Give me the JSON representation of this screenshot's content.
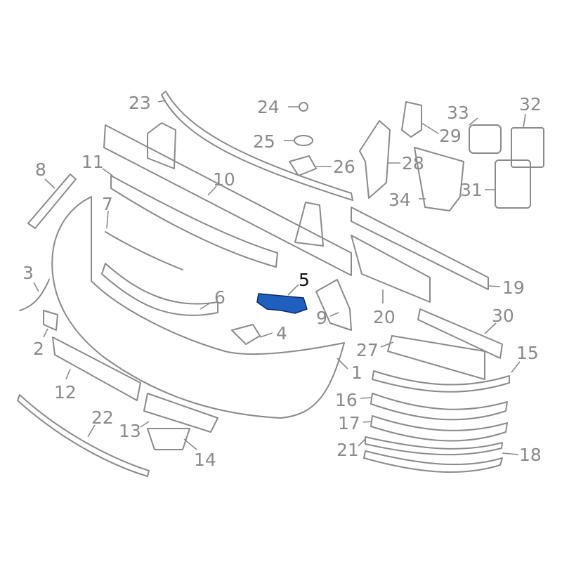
{
  "diagram": {
    "highlight_color": "#1f5fbf",
    "highlighted_part": "5",
    "callouts": [
      {
        "id": "23",
        "label": "23"
      },
      {
        "id": "24",
        "label": "24"
      },
      {
        "id": "25",
        "label": "25"
      },
      {
        "id": "26",
        "label": "26"
      },
      {
        "id": "33",
        "label": "33"
      },
      {
        "id": "32",
        "label": "32"
      },
      {
        "id": "29",
        "label": "29"
      },
      {
        "id": "28",
        "label": "28"
      },
      {
        "id": "34",
        "label": "34"
      },
      {
        "id": "31",
        "label": "31"
      },
      {
        "id": "8",
        "label": "8"
      },
      {
        "id": "11",
        "label": "11"
      },
      {
        "id": "10",
        "label": "10"
      },
      {
        "id": "7",
        "label": "7"
      },
      {
        "id": "3",
        "label": "3"
      },
      {
        "id": "5",
        "label": "5"
      },
      {
        "id": "6",
        "label": "6"
      },
      {
        "id": "9",
        "label": "9"
      },
      {
        "id": "4",
        "label": "4"
      },
      {
        "id": "20",
        "label": "20"
      },
      {
        "id": "19",
        "label": "19"
      },
      {
        "id": "30",
        "label": "30"
      },
      {
        "id": "2",
        "label": "2"
      },
      {
        "id": "27",
        "label": "27"
      },
      {
        "id": "1",
        "label": "1"
      },
      {
        "id": "15",
        "label": "15"
      },
      {
        "id": "12",
        "label": "12"
      },
      {
        "id": "16",
        "label": "16"
      },
      {
        "id": "22",
        "label": "22"
      },
      {
        "id": "17",
        "label": "17"
      },
      {
        "id": "13",
        "label": "13"
      },
      {
        "id": "21",
        "label": "21"
      },
      {
        "id": "14",
        "label": "14"
      },
      {
        "id": "18",
        "label": "18"
      }
    ]
  }
}
